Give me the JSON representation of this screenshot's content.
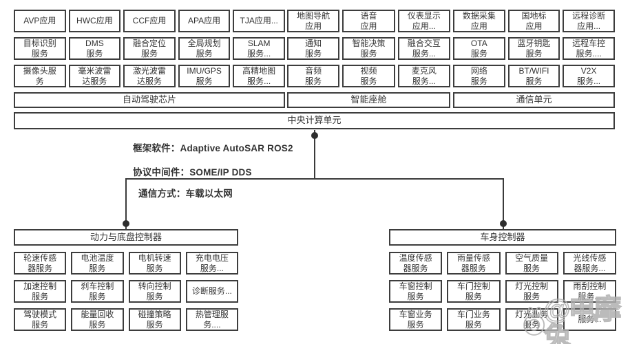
{
  "colors": {
    "box_border": "#3d3d3d",
    "text": "#333333",
    "connector_line": "#3a3a3a",
    "watermark": "#b0b0b0"
  },
  "central_unit": {
    "label": "中央计算单元"
  },
  "annotations": {
    "framework": "框架软件：Adaptive AutoSAR  ROS2",
    "middleware": "协议中间件：SOME/IP DDS",
    "network": "通信方式：车载以太网"
  },
  "top_groups": [
    {
      "label": "自动驾驶芯片",
      "columns": 5,
      "cells": [
        [
          "AVP应用",
          "HWC应用",
          "CCF应用",
          "APA应用",
          "TJA应用..."
        ],
        [
          "目标识别\n服务",
          "DMS\n服务",
          "融合定位\n服务",
          "全局规划\n服务",
          "SLAM\n服务..."
        ],
        [
          "摄像头服\n务",
          "毫米波雷\n达服务",
          "激光波雷\n达服务",
          "IMU/GPS\n服务",
          "高精地图\n服务..."
        ]
      ]
    },
    {
      "label": "智能座舱",
      "columns": 3,
      "cells": [
        [
          "地图导航\n应用",
          "语音\n应用",
          "仪表显示\n应用..."
        ],
        [
          "通知\n服务",
          "智能决策\n服务",
          "融合交互\n服务..."
        ],
        [
          "音频\n服务",
          "视频\n服务",
          "麦克风\n服务..."
        ]
      ]
    },
    {
      "label": "通信单元",
      "columns": 3,
      "cells": [
        [
          "数据采集\n应用",
          "国地标\n应用",
          "远程诊断\n应用..."
        ],
        [
          "OTA\n服务",
          "蓝牙钥匙\n服务",
          "远程车控\n服务...."
        ],
        [
          "网络\n服务",
          "BT/WIFI\n服务",
          "V2X\n服务..."
        ]
      ]
    }
  ],
  "controllers": [
    {
      "label": "动力与底盘控制器",
      "cells": [
        [
          "轮速传感\n器服务",
          "电池温度\n服务",
          "电机转速\n服务",
          "充电电压\n服务..."
        ],
        [
          "加速控制\n服务",
          "刹车控制\n服务",
          "转向控制\n服务",
          "诊断服务..."
        ],
        [
          "驾驶模式\n服务",
          "能量回收\n服务",
          "碰撞策略\n服务",
          "热管理服\n务...."
        ]
      ]
    },
    {
      "label": "车身控制器",
      "cells": [
        [
          "温度传感\n器服务",
          "雨量传感\n器服务",
          "空气质量\n服务",
          "光线传感\n器服务..."
        ],
        [
          "车窗控制\n服务",
          "车门控制\n服务",
          "灯光控制\n服务",
          "雨刮控制\n服务..."
        ],
        [
          "车窗业务\n服务",
          "车门业务\n服务",
          "灯光业务\n服务",
          "服务..."
        ]
      ]
    }
  ],
  "watermark": {
    "text": "@电摩兔"
  }
}
